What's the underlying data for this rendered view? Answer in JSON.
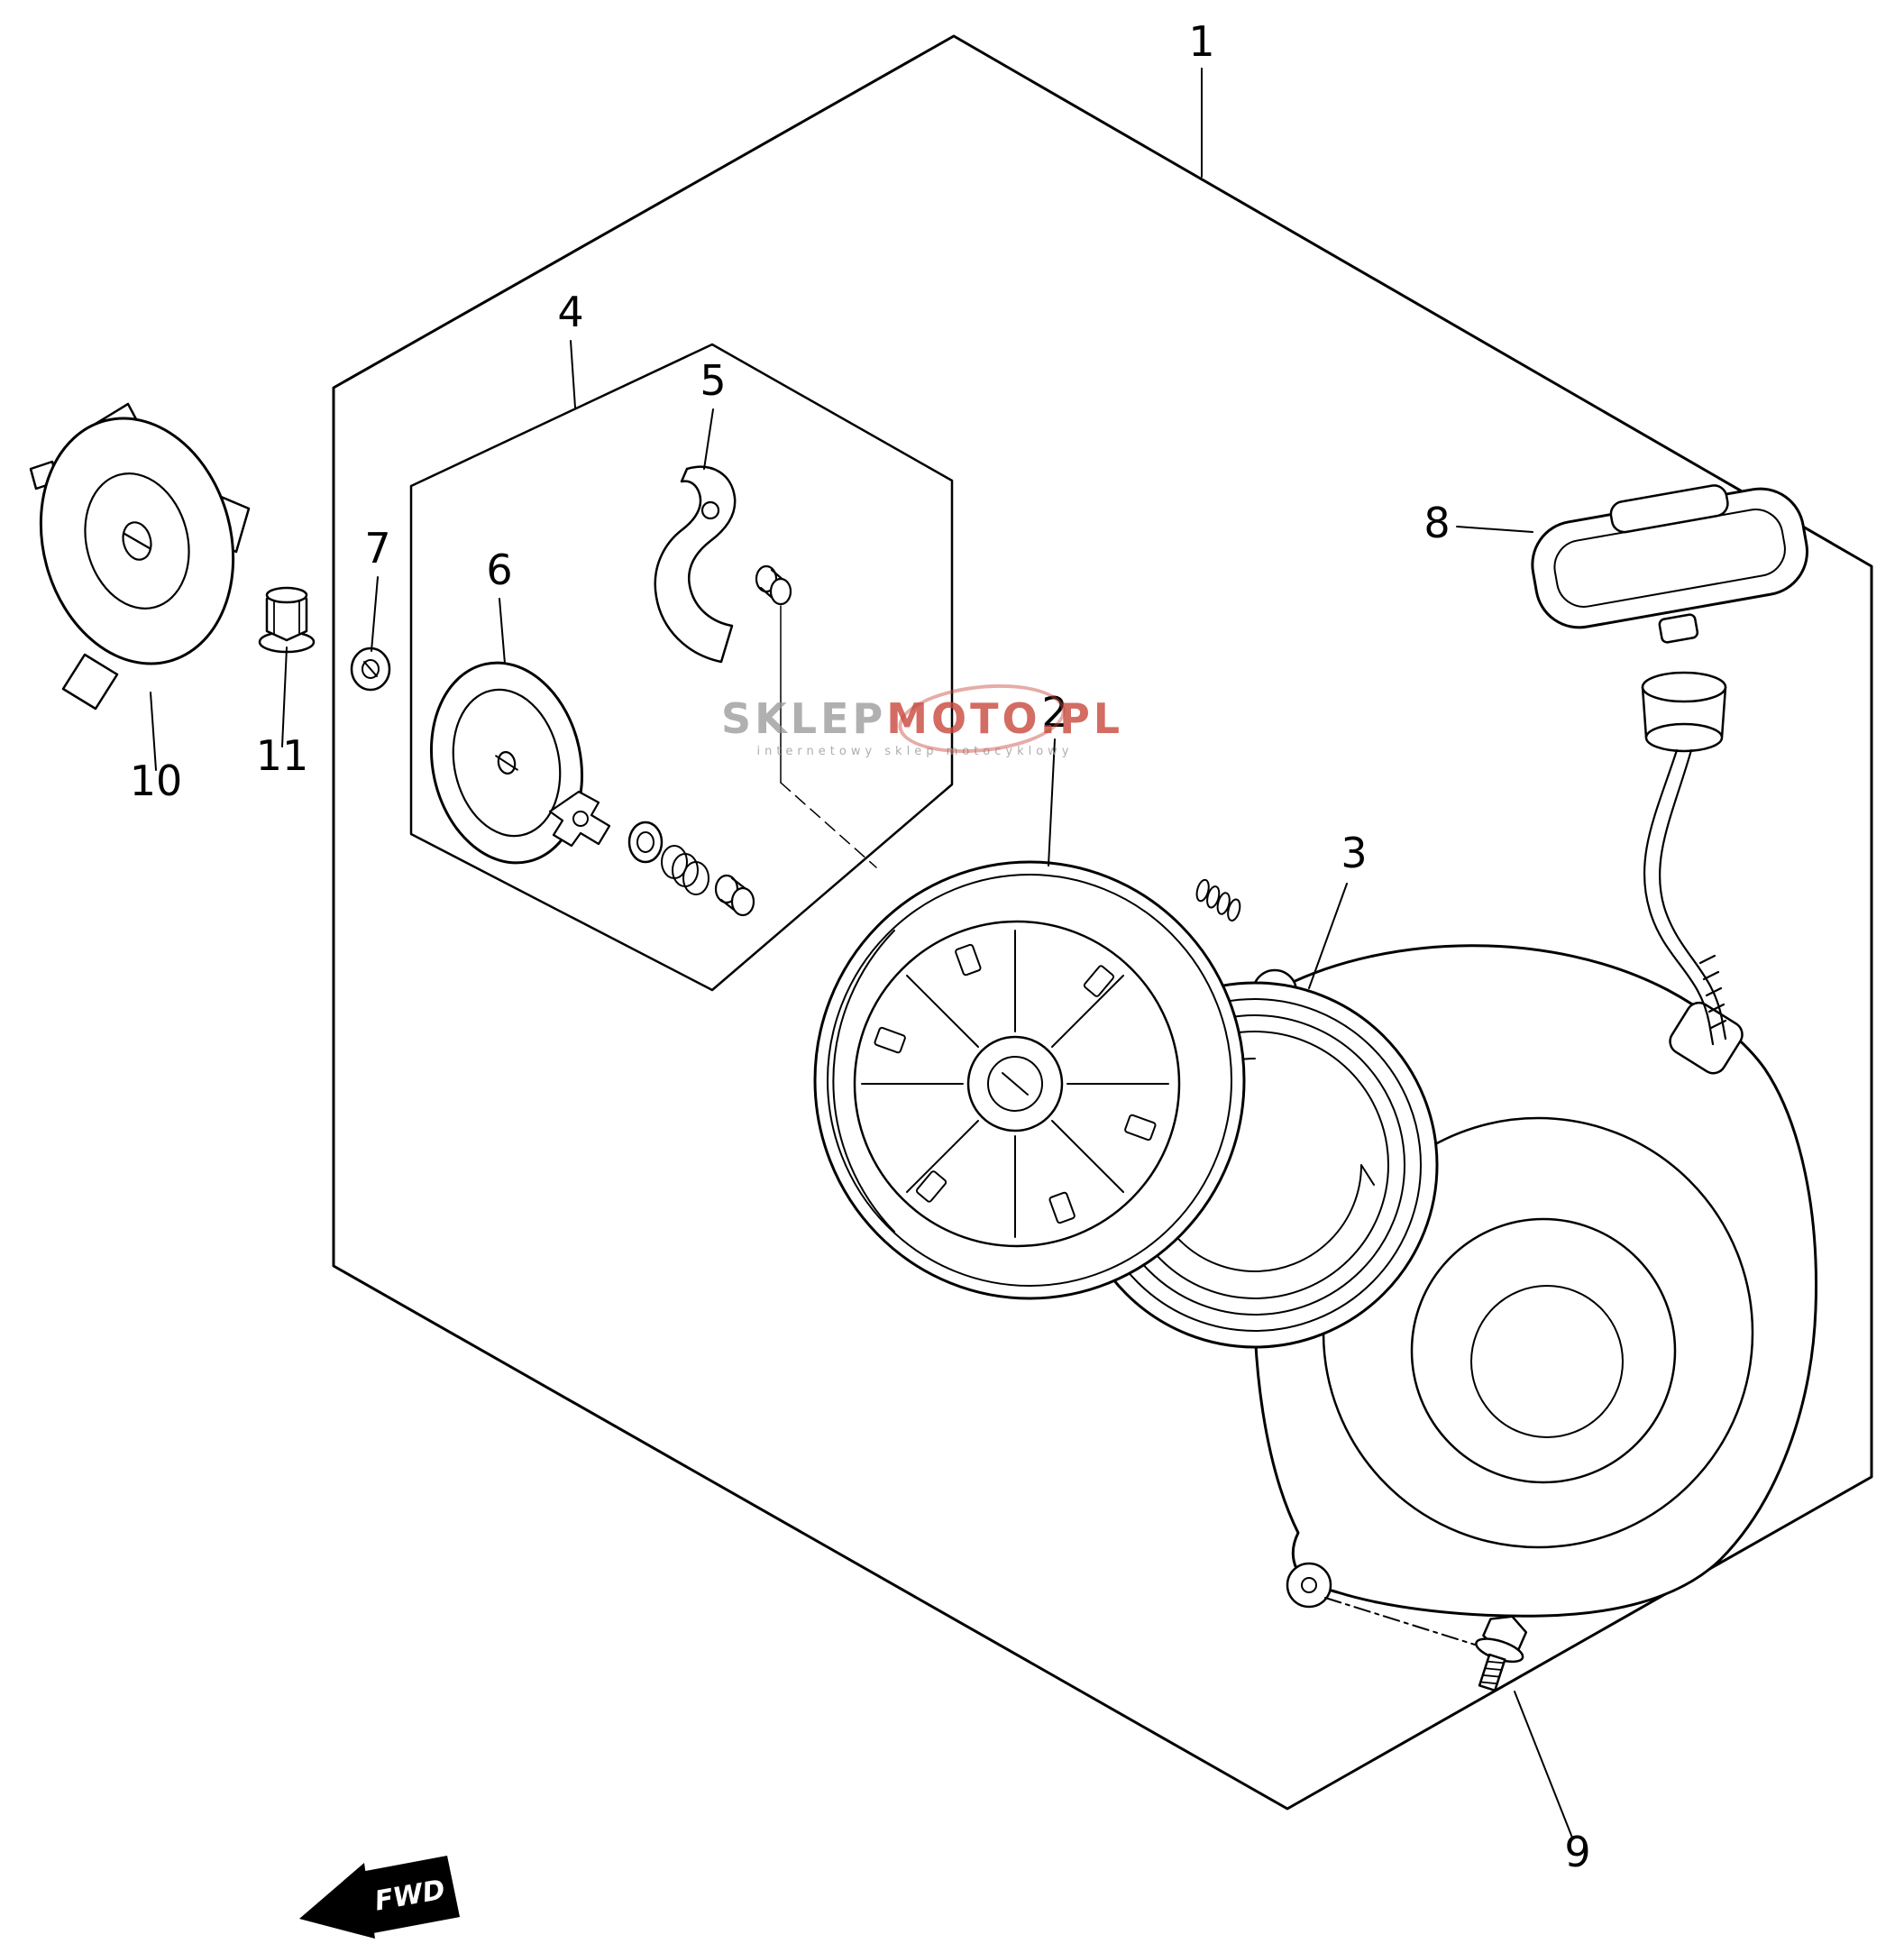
{
  "callouts": {
    "c1": "1",
    "c2": "2",
    "c3": "3",
    "c4": "4",
    "c5": "5",
    "c6": "6",
    "c7": "7",
    "c8": "8",
    "c9": "9",
    "c10": "10",
    "c11": "11"
  },
  "fwd": {
    "label": "FWD"
  },
  "watermark": {
    "brand_prefix": "SKLEP",
    "brand_mid": "MOTO",
    "brand_suffix": ".PL",
    "subtitle": "internetowy sklep motocyklowy"
  },
  "colors": {
    "line": "#000000",
    "background": "#ffffff",
    "watermark_gray": "#9b9b9b",
    "watermark_red": "#c8473c",
    "fwd_fill": "#000000",
    "fwd_text": "#ffffff"
  }
}
